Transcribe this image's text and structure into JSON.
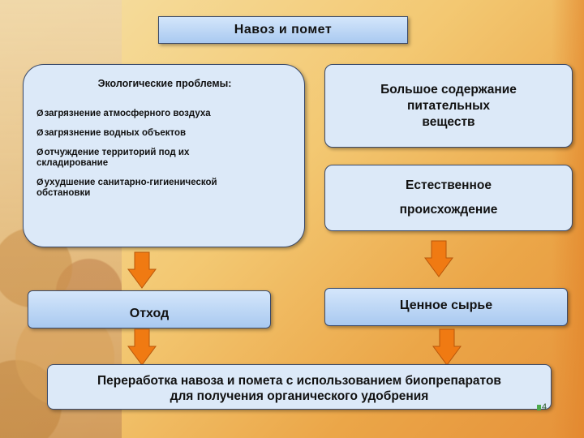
{
  "title": "Навоз и помет",
  "problems": {
    "heading": "Экологические проблемы:",
    "bullet_glyph": "Ø",
    "items": [
      "загрязнение атмосферного воздуха",
      "загрязнение водных объектов",
      "отчуждение территорий под их складирование",
      "ухудшение санитарно-гигиенической обстановки"
    ]
  },
  "right": {
    "nutrients_line1": "Большое содержание",
    "nutrients_line2": "питательных",
    "nutrients_line3": "веществ",
    "origin_line1": "Естественное",
    "origin_line2": "происхождение"
  },
  "waste_label": "Отход",
  "raw_label": "Ценное сырье",
  "processing": {
    "line1": "Переработка навоза и помета с использованием биопрепаратов",
    "line2": "для  получения органического удобрения"
  },
  "page_number": "4",
  "colors": {
    "arrow_fill": "#f07a12",
    "arrow_stroke": "#b8560a",
    "box_fill": "#dce9f8",
    "box_border": "#3a4a6a"
  }
}
